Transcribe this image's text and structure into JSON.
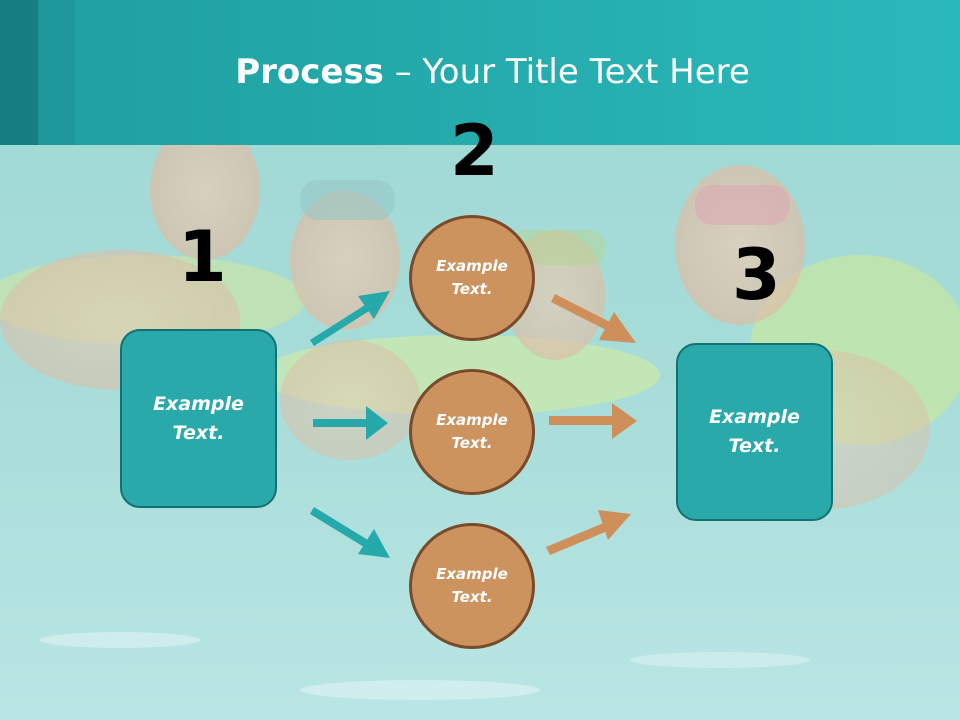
{
  "slide": {
    "title_bold": "Process",
    "title_rest": " – Your Title Text Here",
    "step_numbers": [
      "1",
      "2",
      "3"
    ],
    "left_box_text": [
      "Example",
      "Text."
    ],
    "right_box_text": [
      "Example",
      "Text."
    ],
    "circles": [
      {
        "line1": "Example",
        "line2": "Text."
      },
      {
        "line1": "Example",
        "line2": "Text."
      },
      {
        "line1": "Example",
        "line2": "Text."
      }
    ]
  },
  "colors": {
    "teal": "#2aa9aa",
    "teal_dark": "#117174",
    "orange": "#cd935f",
    "orange_dark": "#7a4b2a",
    "arrow_teal": "#26a9ab",
    "arrow_orange": "#cf8f5b"
  }
}
